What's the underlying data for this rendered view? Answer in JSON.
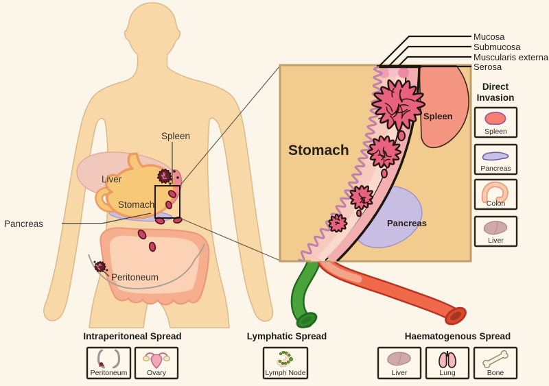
{
  "body": {
    "labels": {
      "spleen": "Spleen",
      "liver": "Liver",
      "stomach": "Stomach",
      "pancreas": "Pancreas",
      "peritoneum": "Peritoneum"
    }
  },
  "inset": {
    "stomach_label": "Stomach",
    "spleen_label": "Spleen",
    "pancreas_label": "Pancreas",
    "wall_layers": [
      "Mucosa",
      "Submucosa",
      "Muscularis externa",
      "Serosa"
    ]
  },
  "direct_invasion": {
    "title_line1": "Direct",
    "title_line2": "Invasion",
    "items": [
      {
        "label": "Spleen"
      },
      {
        "label": "Pancreas"
      },
      {
        "label": "Colon"
      },
      {
        "label": "Liver"
      }
    ]
  },
  "spread_sections": [
    {
      "title": "Intraperitoneal Spread",
      "items": [
        {
          "label": "Peritoneum"
        },
        {
          "label": "Ovary"
        }
      ]
    },
    {
      "title": "Lymphatic Spread",
      "items": [
        {
          "label": "Lymph Node"
        }
      ]
    },
    {
      "title": "Haematogenous Spread",
      "items": [
        {
          "label": "Liver"
        },
        {
          "label": "Lung"
        },
        {
          "label": "Bone"
        }
      ]
    }
  ],
  "colors": {
    "background": "#fcf6ea",
    "skin": "#f8d8a6",
    "inset_background": "#f2cc8e",
    "tumor_pink": "#e8617f",
    "tumor_dark": "#64202b",
    "spleen_salmon": "#f49582",
    "pancreas_lavender": "#c8bde3",
    "lymph_green": "#49a23a",
    "blood_red": "#ee6446",
    "ink": "#1d1712"
  }
}
